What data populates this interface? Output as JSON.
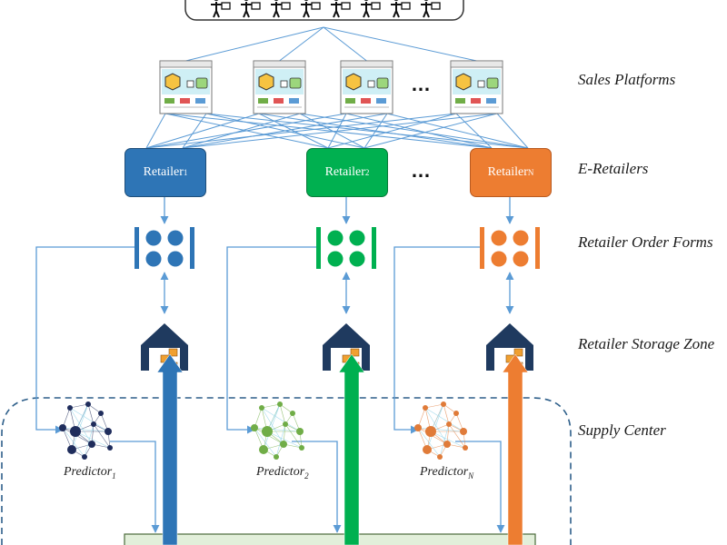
{
  "labels": {
    "sales_platforms": "Sales Platforms",
    "e_retailers": "E-Retailers",
    "order_forms": "Retailer Order Forms",
    "storage_zone": "Retailer Storage Zone",
    "supply_center": "Supply Center"
  },
  "retailers": [
    {
      "base": "Retailer",
      "sub": "1",
      "color": "#2e75b6"
    },
    {
      "base": "Retailer",
      "sub": "2",
      "color": "#00b050"
    },
    {
      "base": "Retailer",
      "sub": "N",
      "color": "#ed7d31"
    }
  ],
  "predictors": [
    {
      "base": "Predictor",
      "sub": "1"
    },
    {
      "base": "Predictor",
      "sub": "2"
    },
    {
      "base": "Predictor",
      "sub": "N"
    }
  ],
  "ellipsis": "…",
  "colors": {
    "retailer_1": "#2e75b6",
    "retailer_2": "#00b050",
    "retailer_N": "#ed7d31",
    "predictor_1": "#1f2d5c",
    "predictor_2": "#70ad47",
    "predictor_N": "#e07b39",
    "connector": "#5b9bd5",
    "supply_bar": "#e2efda"
  },
  "icons": [
    "customer-icon",
    "sales-platform-icon",
    "order-form-icon",
    "warehouse-icon",
    "predictor-network-icon"
  ]
}
